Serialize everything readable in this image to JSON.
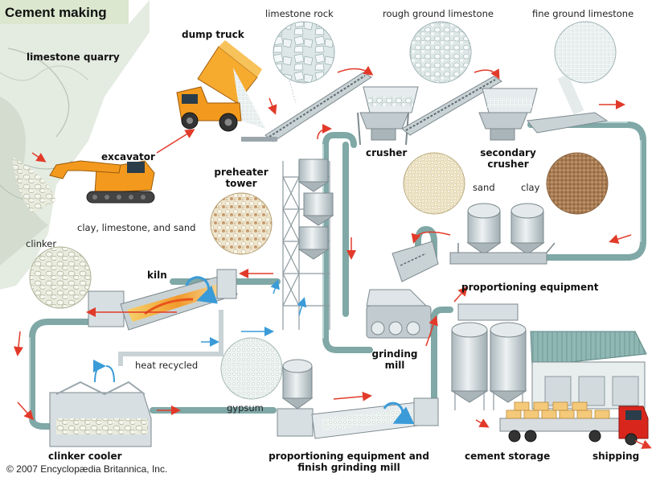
{
  "title": "Cement making",
  "copyright": "© 2007 Encyclopædia Britannica, Inc.",
  "labels": {
    "limestone_quarry": "limestone quarry",
    "dump_truck": "dump truck",
    "excavator": "excavator",
    "limestone_rock": "limestone rock",
    "rough_ground_limestone": "rough ground limestone",
    "fine_ground_limestone": "fine ground limestone",
    "crusher": "crusher",
    "secondary_crusher_1": "secondary",
    "secondary_crusher_2": "crusher",
    "preheater_tower_1": "preheater",
    "preheater_tower_2": "tower",
    "sand": "sand",
    "clay": "clay",
    "clay_limestone_sand": "clay, limestone, and sand",
    "clinker": "clinker",
    "kiln": "kiln",
    "proportioning_equipment": "proportioning equipment",
    "grinding_mill_1": "grinding",
    "grinding_mill_2": "mill",
    "heat_recycled": "heat recycled",
    "gypsum": "gypsum",
    "clinker_cooler": "clinker cooler",
    "prop_finish_1": "proportioning equipment and",
    "prop_finish_2": "finish grinding mill",
    "cement_storage": "cement storage",
    "shipping": "shipping"
  },
  "colors": {
    "pipe": "#7fa8a6",
    "pipe_dark": "#4f7f7d",
    "steel": "#c9d3d6",
    "steel_dark": "#8d9aa0",
    "flow_arrow": "#e23a2a",
    "heat_arrow": "#3a9bd8",
    "vehicle": "#f39a1e",
    "truck_cab": "#d9261c",
    "building_roof": "#7fa9a6",
    "quarry": "#e6ebe4",
    "sand": "#e9dfbf",
    "clay": "#b88a5e",
    "clinker": "#d8d6a8",
    "limestone": "#e6eeee"
  }
}
